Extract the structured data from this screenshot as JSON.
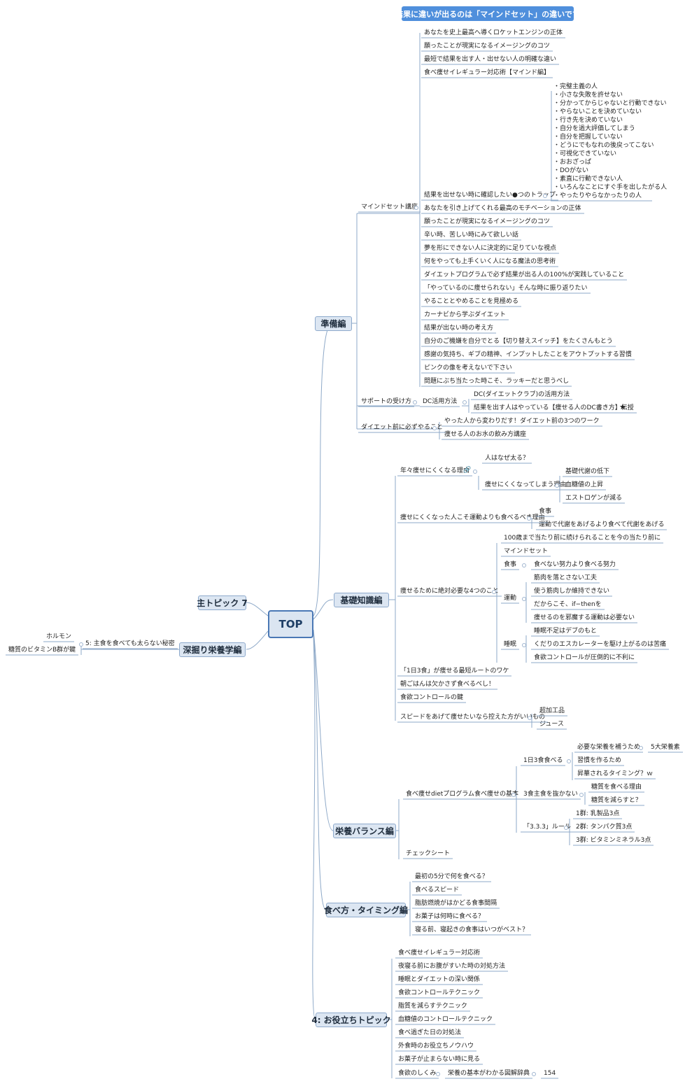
{
  "central": "TOP",
  "banner": "結果に違いが出るのは「マインドセット」の違いです",
  "topics": {
    "junbi": "準備編",
    "kiso": "基礎知識編",
    "eiyou": "栄養バランス編",
    "tabekata": "食べ方・タイミング編",
    "oyakudachi": "4: お役立ちトピック",
    "shu7": "主トピック 7",
    "fukabori": "深掘り栄養学編"
  },
  "junbi": {
    "mindset_course": "マインドセット講座",
    "items_top": [
      "あなたを史上最高へ導くロケットエンジンの正体",
      "願ったことが現実になるイメージングのコツ",
      "最短で結果を出す人・出せない人の明確な違い",
      "食べ痩せイレギュラー対応術【マインド編】"
    ],
    "trap_label": "結果を出せない時に確認したい●つのトラップ",
    "trap_list": "・完璧主義の人\n・小さな失敗を許せない\n・分かってからじゃないと行動できない\n・やらないことを決めていない\n・行き先を決めていない\n・自分を過大評価してしまう\n・自分を把握していない\n・どうにでもなれの後戻ってこない\n・可視化できていない\n・おおざっぱ\n・DOがない\n・素直に行動できない人\n・いろんなことにすぐ手を出したがる人\n・やったりやらなかったりの人",
    "items_bottom": [
      "あなたを引き上げてくれる最高のモチベーションの正体",
      "願ったことが現実になるイメージングのコツ",
      "辛い時、苦しい時にみて欲しい話",
      "夢を形にできない人に決定的に足りていな視点",
      "何をやっても上手くいく人になる魔法の思考術",
      "ダイエットプログラムで必ず結果が出る人の100%が実践していること",
      "「やっているのに痩せられない」そんな時に振り返りたい",
      "やることとやめることを見極める",
      "カーナビから学ぶダイエット",
      "結果が出ない時の考え方",
      "自分のご機嫌を自分でとる【切り替えスイッチ】をたくさんもとう",
      "感謝の気持ち、ギブの精神、インプットしたことをアウトプットする習慣",
      "ピンクの像を考えないで下さい",
      "問題にぶち当たった時こそ、ラッキーだと思うべし"
    ],
    "support": "サポートの受け方",
    "dc": "DC活用方法",
    "dc_items": [
      "DC(ダイエットクラブ)の活用方法",
      "結果を出す人はやっている【痩せる人のDC書き方】伝授"
    ],
    "star": "★",
    "before": "ダイエット前に必ずやること",
    "before_items": [
      "やった人から変わりだす！ダイエット前の3つのワーク",
      "痩せる人のお水の飲み方講座"
    ]
  },
  "kiso": {
    "nen": "年々痩せにくくなる理由",
    "link_icon": "link-icon",
    "naze": "人はなぜ太る？",
    "yasenikuku": "痩せにくくなってしまう理由",
    "reasons": [
      "基礎代謝の低下",
      "血糖値の上昇",
      "エストロゲンが減る"
    ],
    "shoku_riyuu": "痩せにくくなった人こそ運動よりも食べるべき理由",
    "shoku_items": [
      "食事",
      "運動で代謝をあげるより食べて代謝をあげる"
    ],
    "four": "痩せるために絶対必要な4つのこと",
    "four_100": "100歳まで当たり前に続けられることを今の当たり前に",
    "mind": "マインドセット",
    "meal": "食事",
    "meal_item": "食べない努力より食べる努力",
    "exercise": "運動",
    "exercise_items": [
      "筋肉を落とさない工夫",
      "使う筋肉しか維持できない",
      "だからこそ、if−thenを",
      "痩せるのを邪魔する運動は必要ない"
    ],
    "sleep": "睡眠",
    "sleep_items": [
      "睡眠不足はデブのもと",
      "くだりのエスカレーターを駆け上がるのは苦痛",
      "食欲コントロールが圧倒的に不利に"
    ],
    "others": [
      "「1日3食」が痩せる最短ルートのワケ",
      "朝ごはんは欠かさず食べるべし！",
      "食欲コントロールの鍵"
    ],
    "speed": "スピードをあげて痩せたいなら控えた方がいいもの",
    "speed_items": [
      "超加工品",
      "ジュース"
    ]
  },
  "eiyou": {
    "program": "食べ痩せdietプログラム食べ痩せの基本",
    "three_meals": "1日3食食べる",
    "tm_items": [
      "必要な栄養を補うため",
      "習慣を作るため",
      "昇華されるタイミング？ｗ"
    ],
    "five": "5大栄養素",
    "staple": "3食主食を抜かない",
    "staple_items": [
      "糖質を食べる理由",
      "糖質を減らすと？"
    ],
    "rule": "「3.3.3」ルール",
    "rule_items": [
      "1群: 乳製品3点",
      "2群: タンパク質3点",
      "3群: ビタミンミネラル3点"
    ],
    "check": "チェックシート"
  },
  "tabekata": {
    "items": [
      "最初の5分で何を食べる？",
      "食べるスピード",
      "脂肪燃焼がはかどる食事間隔",
      "お菓子は何時に食べる？",
      "寝る前、寝起きの食事はいつがベスト？"
    ]
  },
  "oyakudachi": {
    "items": [
      "食べ痩せイレギュラー対応術",
      "夜寝る前にお腹がすいた時の対処方法",
      "睡眠とダイエットの深い関係",
      "食欲コントロールテクニック",
      "脂質を減らすテクニック",
      "血糖値のコントロールテクニック",
      "食べ過ぎた日の対処法",
      "外食時のお役立ちノウハウ",
      "お菓子が止まらない時に見る"
    ],
    "appetite": "食欲のしくみ",
    "book": "栄養の基本がわかる図解辞典",
    "page": "154"
  },
  "fukabori": {
    "main": "5: 主食を食べても太らない秘密",
    "items": [
      "ホルモン",
      "糖質のビタミンB群が鍵"
    ]
  }
}
